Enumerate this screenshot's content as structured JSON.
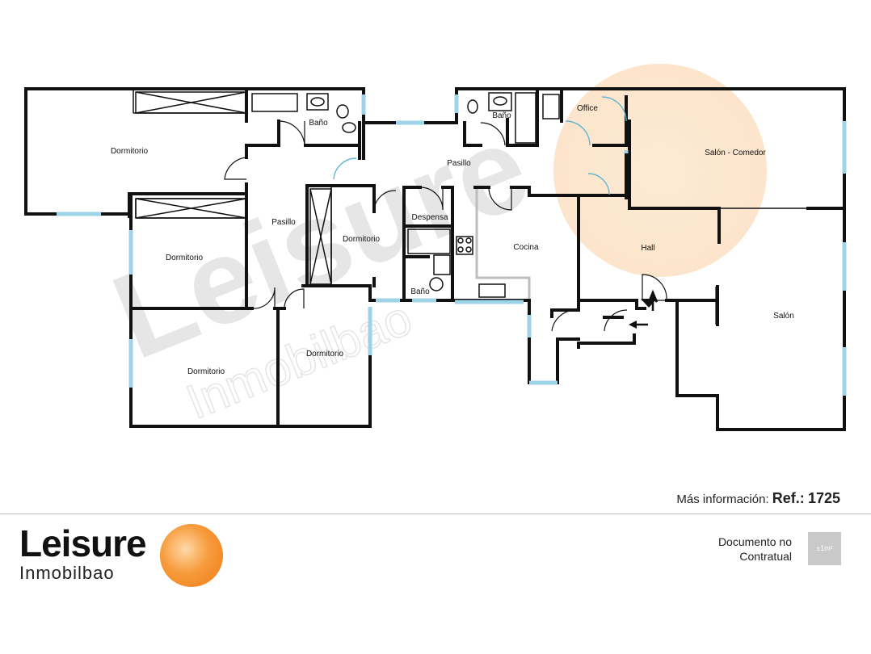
{
  "watermark": {
    "brand": "Leisure",
    "sub": "Inmobilbao"
  },
  "rooms": {
    "dormitorio_1": "Dormitorio",
    "bano_1": "Baño",
    "bano_2": "Baño",
    "office": "Office",
    "salon_comedor": "Salón - Comedor",
    "pasillo_1": "Pasillo",
    "pasillo_2": "Pasillo",
    "despensa": "Despensa",
    "dormitorio_2": "Dormitorio",
    "dormitorio_3": "Dormitorio",
    "cocina": "Cocina",
    "hall": "Hall",
    "bano_3": "Baño",
    "dormitorio_4": "Dormitorio",
    "dormitorio_5": "Dormitorio",
    "salon": "Salón"
  },
  "info": {
    "prefix": "Más información:",
    "ref_label": "Ref.:",
    "ref_number": "1725"
  },
  "logo": {
    "name": "Leisure",
    "sub": "Inmobilbao"
  },
  "disclaimer": {
    "line1": "Documento no",
    "line2": "Contratual"
  },
  "scale": {
    "label": "±1m²"
  },
  "colors": {
    "accent": "#f79b3c",
    "window": "#9fd3e8",
    "wall": "#111111"
  }
}
